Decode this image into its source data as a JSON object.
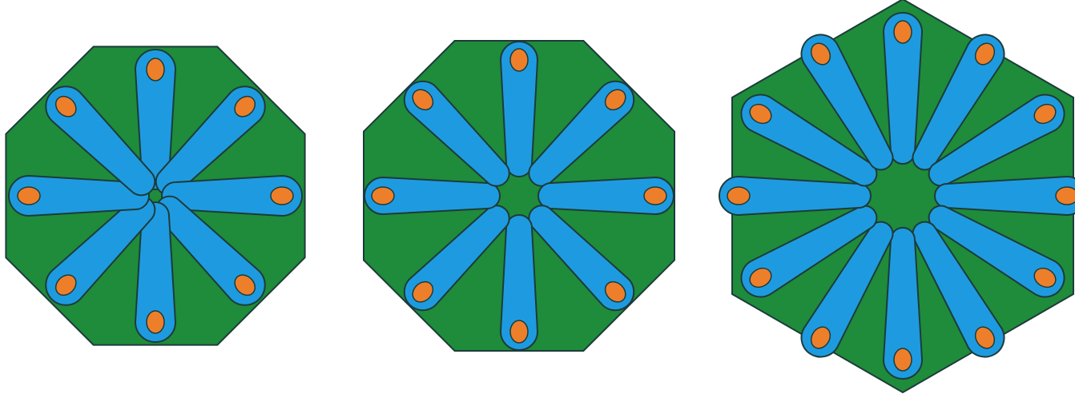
{
  "colors": {
    "background": "#ffffff",
    "plate_fill": "#1e8c3a",
    "channel_fill": "#1e9be0",
    "dot_fill": "#ee7f2a",
    "outline": "#1d3b3a"
  },
  "figures": [
    {
      "name": "octagon-8-channels-small-hub",
      "plate_shape": "octagon",
      "channel_count": 8,
      "dots_per_channel": 1
    },
    {
      "name": "octagon-8-channels-large-hub",
      "plate_shape": "octagon",
      "channel_count": 8,
      "dots_per_channel": 1
    },
    {
      "name": "hexagon-12-channels",
      "plate_shape": "hexagon",
      "channel_count": 12,
      "dots_per_channel": 1
    }
  ]
}
